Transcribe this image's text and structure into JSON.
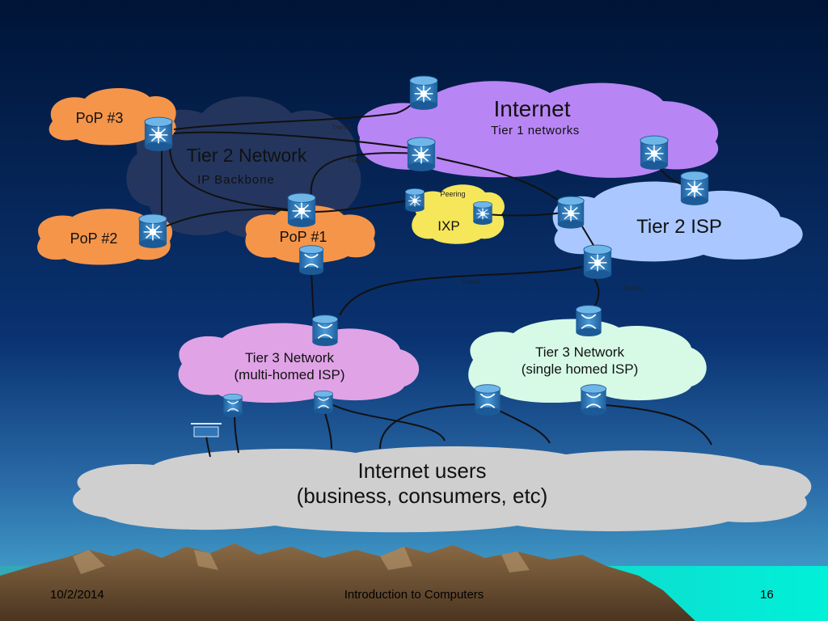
{
  "diagram": {
    "pop3": "PoP #3",
    "pop2": "PoP #2",
    "pop1": "PoP #1",
    "tier2_network": "Tier 2 Network",
    "ip_backbone": "IP Backbone",
    "internet": "Internet",
    "tier1_networks": "Tier 1 networks",
    "peering": "Peering",
    "ixp": "IXP",
    "tier2_isp": "Tier 2 ISP",
    "tier3_multi_title": "Tier 3 Network",
    "tier3_multi_sub": "(multi-homed ISP)",
    "tier3_single_title": "Tier 3 Network",
    "tier3_single_sub": "(single homed ISP)",
    "users_title": "Internet users",
    "users_sub": "(business, consumers, etc)",
    "transit_labels": [
      "Transit",
      "Transit",
      "Transit",
      "Transit"
    ]
  },
  "footer": {
    "date": "10/2/2014",
    "title": "Introduction to Computers",
    "page": "16"
  },
  "colors": {
    "background_top": "#001a44",
    "background_bottom": "#1f5590",
    "pop": "#f5954a",
    "internet": "#b885f5",
    "tier2_isp": "#aac8ff",
    "ixp": "#f5e65a",
    "tier3_multi": "#e0a3e6",
    "tier3_single": "#d6fae6",
    "users": "#cfcfcf",
    "router": "#2f76b8"
  }
}
